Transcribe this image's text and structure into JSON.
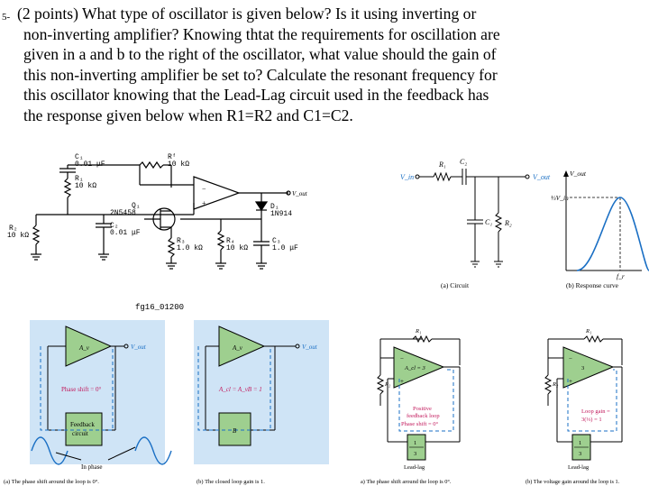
{
  "question": {
    "number": "5-",
    "lines": [
      "(2 points) What type of oscillator is given below? Is it using inverting or",
      "non-inverting amplifier? Knowing thtat the requirements for oscillation are",
      "given in a and b to the right of the oscillator, what value should the gain of",
      "this non-inverting amplifier be set to? Calculate the resonant frequency for",
      "this oscillator knowing that the Lead-Lag circuit used in the feedback has",
      "the response given below when R1=R2 and C1=C2."
    ]
  },
  "oscillator_schematic": {
    "figure_id": "fg16_01200",
    "c1": {
      "name": "C₁",
      "value": "0.01 μF"
    },
    "r1": {
      "name": "R₁",
      "value": "10 kΩ"
    },
    "rf": {
      "name": "Rᶠ",
      "value": "10 kΩ"
    },
    "q1": {
      "name": "Q₁",
      "part": "2N5458"
    },
    "c2": {
      "name": "C₂",
      "value": "0.01 μF"
    },
    "r2": {
      "name": "R₂",
      "value": "10 kΩ"
    },
    "r3": {
      "name": "R₃",
      "value": "1.0 kΩ"
    },
    "r4": {
      "name": "R₄",
      "value": "10 kΩ"
    },
    "c3": {
      "name": "C₃",
      "value": "1.0 μF"
    },
    "d1": {
      "name": "D₁",
      "part": "1N914"
    },
    "output": "V_out"
  },
  "lead_lag": {
    "vin": "V_in",
    "vout": "V_out",
    "r1": "R₁",
    "c2": "C₂",
    "c1": "C₁",
    "r2": "R₂",
    "caption_a": "(a) Circuit",
    "caption_b": "(b) Response curve",
    "y_label": "V_out",
    "frac_label": "⅓V_in",
    "x_label": "f_r"
  },
  "requirements": {
    "amp_label": "A_v",
    "amp_out": "V_out",
    "phase_shift": "Phase shift = 0°",
    "feedback_label_1": "Feedback",
    "feedback_label_2": "circuit",
    "in_phase": "In phase",
    "loop_gain": "A_cl = A_vB = 1",
    "b_block": "B",
    "caption_a": "(a) The phase shift around the loop is 0°.",
    "caption_b": "(b) The closed loop gain is 1."
  },
  "loop_diagrams": {
    "r1": "R₁",
    "r2": "R₂",
    "acl": "A_cl = 3",
    "positive_1": "Positive",
    "positive_2": "feedback loop",
    "positive_3": "Phase shift = 0°",
    "frac_num": "1",
    "frac_den": "3",
    "lead_lag": "Lead-lag",
    "gain_3": "3",
    "loop_gain_1": "Loop gain =",
    "loop_gain_2": "3(⅓) = 1",
    "caption_a": "a) The phase shift around the loop is 0°.",
    "caption_b": "(b) The voltage gain around the loop is 1."
  }
}
